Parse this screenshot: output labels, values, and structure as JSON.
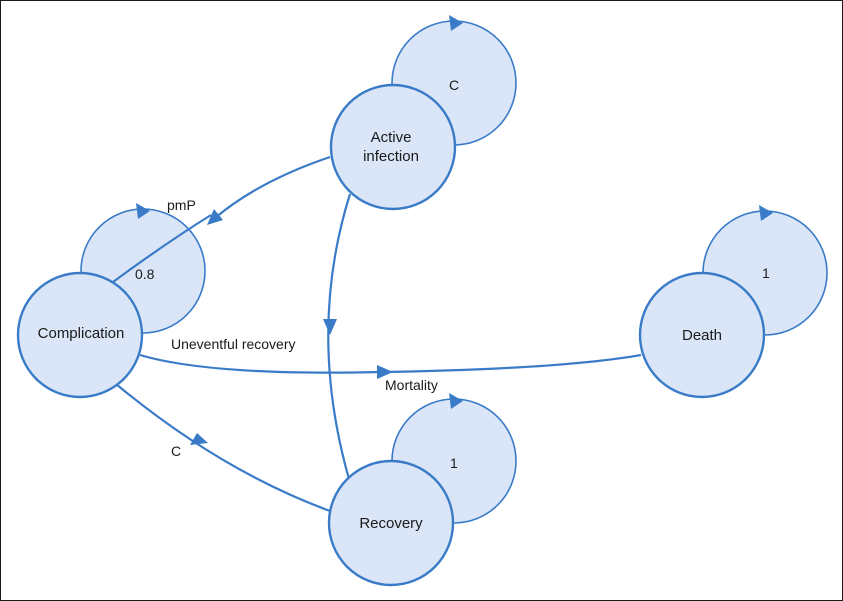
{
  "nodes": {
    "active_infection": {
      "line1": "Active",
      "line2": "infection"
    },
    "complication": {
      "label": "Complication"
    },
    "death": {
      "label": "Death"
    },
    "recovery": {
      "label": "Recovery"
    }
  },
  "self_loops": {
    "active_infection": "C",
    "complication": "0.8",
    "death": "1",
    "recovery": "1"
  },
  "edges": {
    "infection_to_complication": "pmP",
    "complication_to_recovery": "C",
    "complication_to_death_upper": "Uneventful recovery",
    "complication_to_death_lower": "Mortality"
  },
  "colors": {
    "node_fill": "#dae6f7",
    "stroke": "#3a7bc8"
  }
}
